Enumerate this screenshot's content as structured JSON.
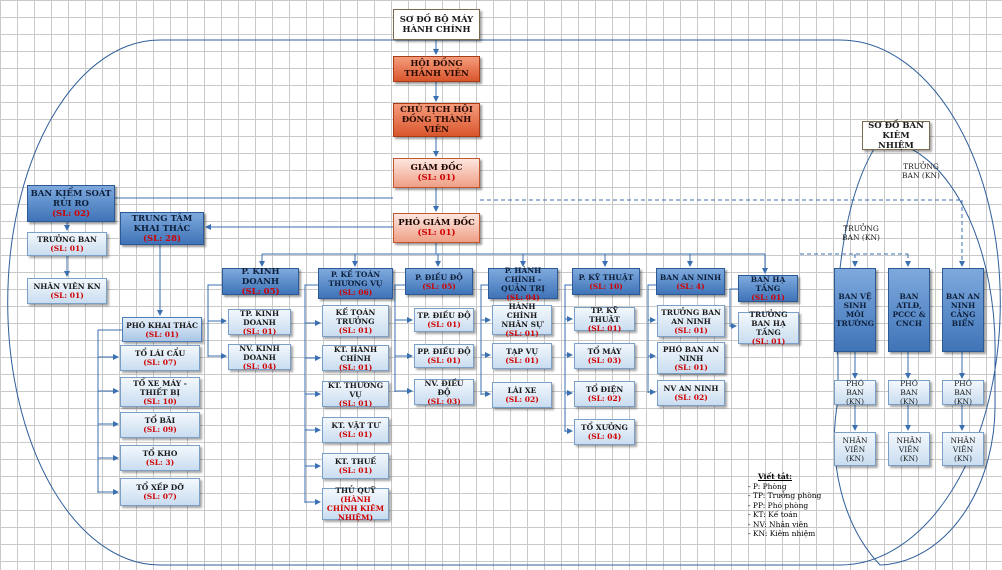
{
  "title": "SƠ ĐỒ BỘ MÁY HÀNH CHÍNH",
  "council": "HỘI ĐỒNG THÀNH VIÊN",
  "chairman": "CHỦ TỊCH HỘI ĐỒNG THÀNH VIÊN",
  "director": {
    "label": "GIÁM ĐỐC",
    "sl": "(SL: 01)"
  },
  "deputy": {
    "label": "PHÓ GIÁM ĐỐC",
    "sl": "(SL: 01)"
  },
  "risk": {
    "label": "BAN KIỂM SOÁT RỦI RO",
    "sl": "(SL: 02)",
    "head": {
      "label": "TRƯỞNG BAN",
      "sl": "(SL: 01)"
    },
    "staff": {
      "label": "NHÂN VIÊN KN",
      "sl": "(SL: 01)"
    }
  },
  "center": {
    "label": "TRUNG TÂM KHAI THÁC",
    "sl": "(SL: 28)",
    "deputy": {
      "label": "PHÓ KHAI THÁC",
      "sl": "(SL: 01)"
    },
    "teams": [
      {
        "label": "TỔ LÁI CẨU",
        "sl": "(SL: 07)"
      },
      {
        "label": "TỔ XE MÁY - THIẾT BỊ",
        "sl": "(SL: 10)"
      },
      {
        "label": "TỔ BÃI",
        "sl": "(SL: 09)"
      },
      {
        "label": "TỔ KHO",
        "sl": "(SL: 3)"
      },
      {
        "label": "TỔ XẾP DỠ",
        "sl": "(SL: 07)"
      }
    ]
  },
  "kd": {
    "label": "P. KINH DOANH",
    "sl": "(SL: 05)",
    "items": [
      {
        "label": "TP. KINH DOANH",
        "sl": "(SL: 01)"
      },
      {
        "label": "NV. KINH DOANH",
        "sl": "(SL: 04)"
      }
    ]
  },
  "kt": {
    "label": "P. KẾ TOÁN THƯƠNG VỤ",
    "sl": "(SL: 06)",
    "items": [
      {
        "label": "KẾ TOÁN TRƯỞNG",
        "sl": "(SL: 01)"
      },
      {
        "label": "KT. HÀNH CHÍNH",
        "sl": "(SL: 01)"
      },
      {
        "label": "KT. THƯƠNG VỤ",
        "sl": "(SL: 01)"
      },
      {
        "label": "KT. VẬT TƯ",
        "sl": "(SL: 01)"
      },
      {
        "label": "KT. THUẾ",
        "sl": "(SL: 01)"
      },
      {
        "label": "THỦ QUỸ",
        "sl": "(HÀNH CHÍNH KIÊM NHIỆM)"
      }
    ]
  },
  "dd": {
    "label": "P. ĐIỀU ĐỘ",
    "sl": "(SL: 05)",
    "items": [
      {
        "label": "TP. ĐIỀU ĐỘ",
        "sl": "(SL: 01)"
      },
      {
        "label": "PP. ĐIỀU ĐỘ",
        "sl": "(SL: 01)"
      },
      {
        "label": "NV. ĐIỀU ĐỘ",
        "sl": "(SL: 03)"
      }
    ]
  },
  "hc": {
    "label": "P. HÀNH CHÍNH - QUẢN TRỊ",
    "sl": "(SL: 04)",
    "items": [
      {
        "label": "HÀNH CHÍNH NHÂN SỰ",
        "sl": "(SL: 01)"
      },
      {
        "label": "TẠP VỤ",
        "sl": "(SL: 01)"
      },
      {
        "label": "LÁI XE",
        "sl": "(SL: 02)"
      }
    ]
  },
  "kth": {
    "label": "P. KỸ THUẬT",
    "sl": "(SL: 10)",
    "items": [
      {
        "label": "TP. KỸ THUẬT",
        "sl": "(SL: 01)"
      },
      {
        "label": "TỔ MÁY",
        "sl": "(SL: 03)"
      },
      {
        "label": "TỔ ĐIỆN",
        "sl": "(SL: 02)"
      },
      {
        "label": "TỔ XƯỞNG",
        "sl": "(SL: 04)"
      }
    ]
  },
  "an": {
    "label": "BAN AN NINH",
    "sl": "(SL: 4)",
    "items": [
      {
        "label": "TRƯỞNG BAN AN NINH",
        "sl": "(SL: 01)"
      },
      {
        "label": "PHÓ BAN AN NINH",
        "sl": "(SL: 01)"
      },
      {
        "label": "NV AN NINH",
        "sl": "(SL: 02)"
      }
    ]
  },
  "ht": {
    "label": "BAN HẠ TẦNG",
    "sl": "(SL: 01)",
    "items": [
      {
        "label": "TRƯỞNG BAN HẠ TẦNG",
        "sl": "(SL: 01)"
      }
    ]
  },
  "kn": {
    "title": "SƠ ĐỒ BAN KIÊM NHIỆM",
    "head_label_1": "TRƯỞNG BAN (KN)",
    "head_label_2": "TRƯỞNG BAN (KN)",
    "units": [
      {
        "label": "BAN VỆ SINH MÔI TRƯỜNG",
        "deputy": "PHÓ BAN (KN)",
        "staff": "NHÂN VIÊN (KN)"
      },
      {
        "label": "BAN ATLĐ, PCCC & CNCH",
        "deputy": "PHÓ BAN (KN)",
        "staff": "NHÂN VIÊN (KN)"
      },
      {
        "label": "BAN AN NINH CẢNG BIỂN",
        "deputy": "PHÓ BAN (KN)",
        "staff": "NHÂN VIÊN (KN)"
      }
    ]
  },
  "legend": {
    "title": "Viết tắt:",
    "items": [
      "- P: Phòng",
      "- TP: Trưởng phòng",
      "- PP: Phó phòng",
      "- KT: Kế toán",
      "- NV: Nhân viên",
      "- KN: Kiêm nhiệm"
    ]
  }
}
